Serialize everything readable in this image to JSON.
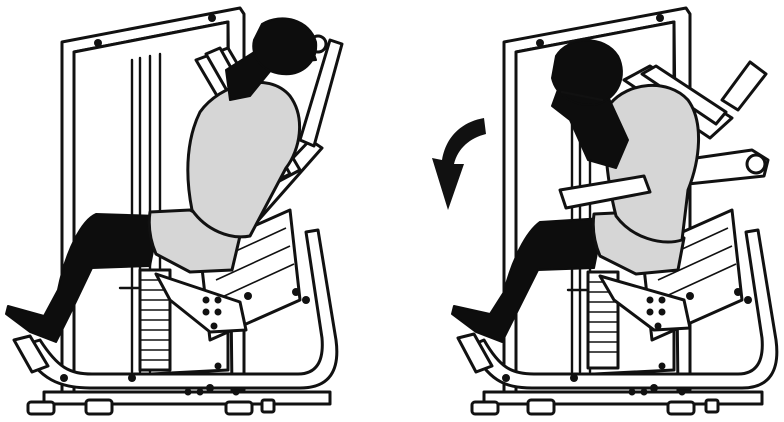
{
  "illustration": {
    "panels": [
      {
        "id": "start",
        "position": "start"
      },
      {
        "id": "end",
        "position": "end"
      }
    ],
    "motion_arrow": {
      "direction": "counterclockwise"
    },
    "colors": {
      "outline": "#111111",
      "shirt": "#d6d6d6",
      "silhouette": "#0d0d0d",
      "background": "#ffffff"
    }
  }
}
